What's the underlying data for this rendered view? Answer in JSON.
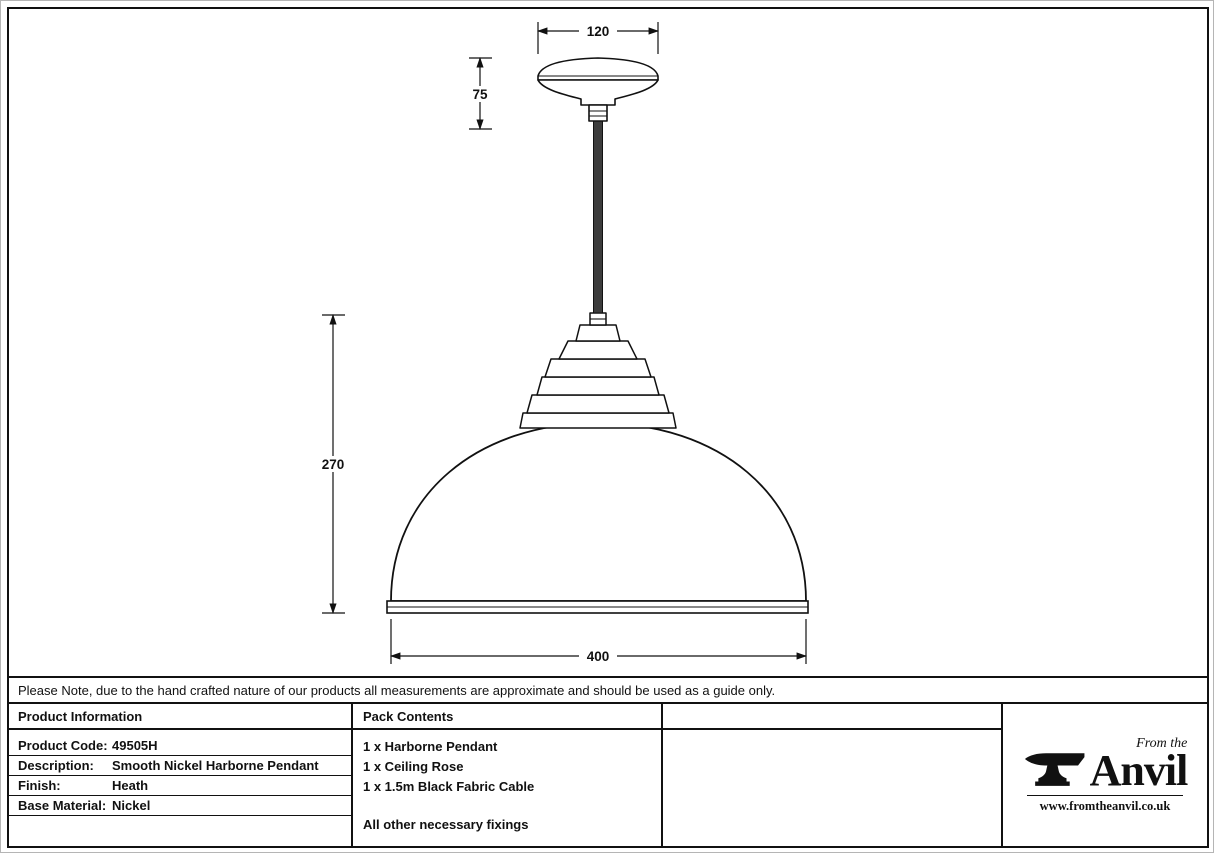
{
  "drawing": {
    "dimensions": {
      "rose_width": "120",
      "rose_height": "75",
      "pendant_height": "270",
      "shade_width": "400"
    }
  },
  "note": "Please Note, due to the hand crafted nature of our products all measurements are approximate and should be used as a guide only.",
  "product_info": {
    "header": "Product Information",
    "rows": [
      {
        "label": "Product Code:",
        "value": "49505H"
      },
      {
        "label": "Description:",
        "value": "Smooth Nickel Harborne Pendant"
      },
      {
        "label": "Finish:",
        "value": "Heath"
      },
      {
        "label": "Base Material:",
        "value": "Nickel"
      }
    ]
  },
  "pack_contents": {
    "header": "Pack Contents",
    "items": [
      "1 x Harborne Pendant",
      "1 x Ceiling Rose",
      "1 x 1.5m Black Fabric Cable"
    ],
    "footer": "All other necessary fixings"
  },
  "logo": {
    "tagline": "From the",
    "name": "Anvil",
    "website": "www.fromtheanvil.co.uk"
  },
  "colors": {
    "line": "#111111",
    "cable": "#3c3c3c"
  }
}
